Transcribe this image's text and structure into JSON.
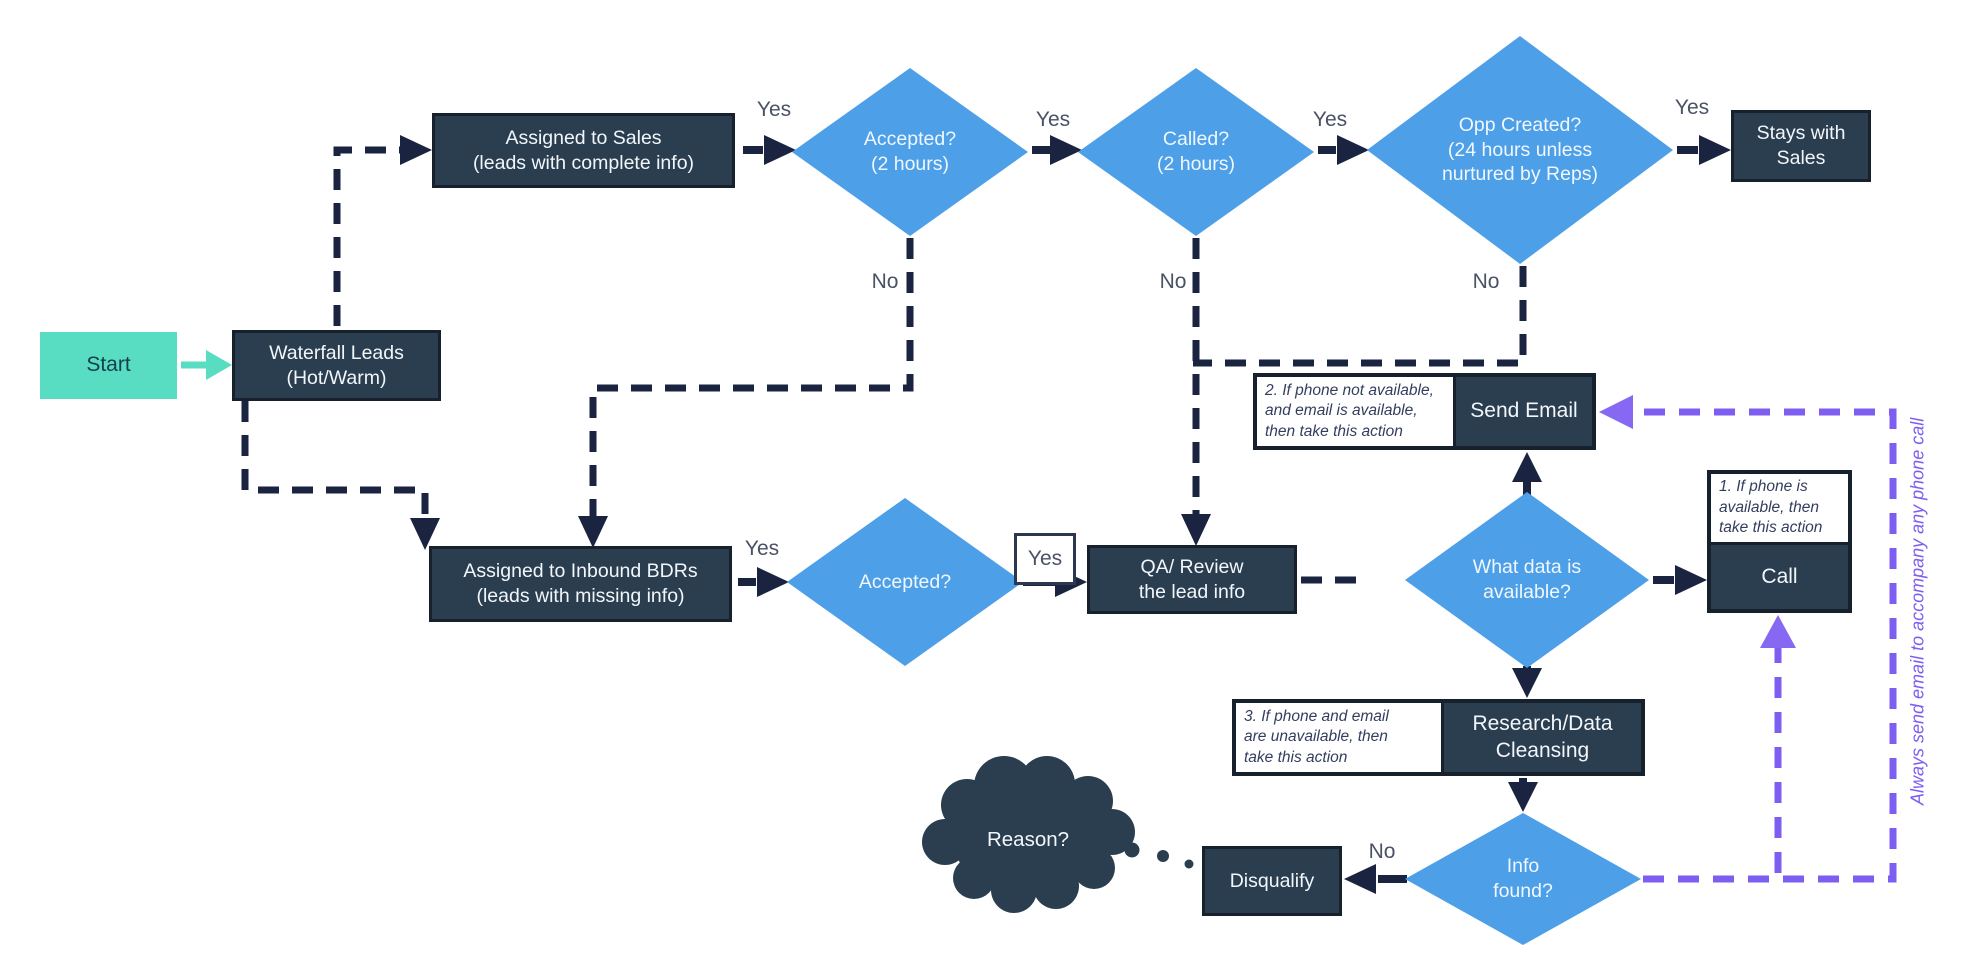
{
  "colors": {
    "node_fill": "#2a3e50",
    "node_border": "#17212e",
    "diamond_fill": "#4d9fe8",
    "connector_navy": "#1a2340",
    "teal_accent": "#58dcc2",
    "purple_accent": "#7e5ef0",
    "label_text": "#4a5266",
    "background": "#ffffff"
  },
  "nodes": {
    "start": "Start",
    "waterfall": "Waterfall Leads\n(Hot/Warm)",
    "assigned_sales": "Assigned to Sales\n(leads with complete info)",
    "accepted_2h": "Accepted?\n(2 hours)",
    "called": "Called?\n(2 hours)",
    "opp_created": "Opp Created?\n(24 hours unless\nnurtured by Reps)",
    "stays_with_sales": "Stays with\nSales",
    "assigned_inbound": "Assigned to Inbound BDRs\n(leads with missing info)",
    "accepted": "Accepted?",
    "qa_review": "QA/ Review\nthe lead info",
    "what_data": "What data is\navailable?",
    "send_email": "Send Email",
    "call": "Call",
    "research": "Research/Data\nCleansing",
    "info_found": "Info\nfound?",
    "disqualify": "Disqualify",
    "reason": "Reason?"
  },
  "notes": {
    "call_note": "1. If phone is\navailable, then\ntake this action",
    "email_note": "2. If phone not available,\nand email is available,\nthen take this action",
    "research_note": "3. If phone and email\nare unavailable, then\ntake this action",
    "always_email": "Always send email to accompany any phone call"
  },
  "labels": {
    "yes": "Yes",
    "no": "No"
  }
}
